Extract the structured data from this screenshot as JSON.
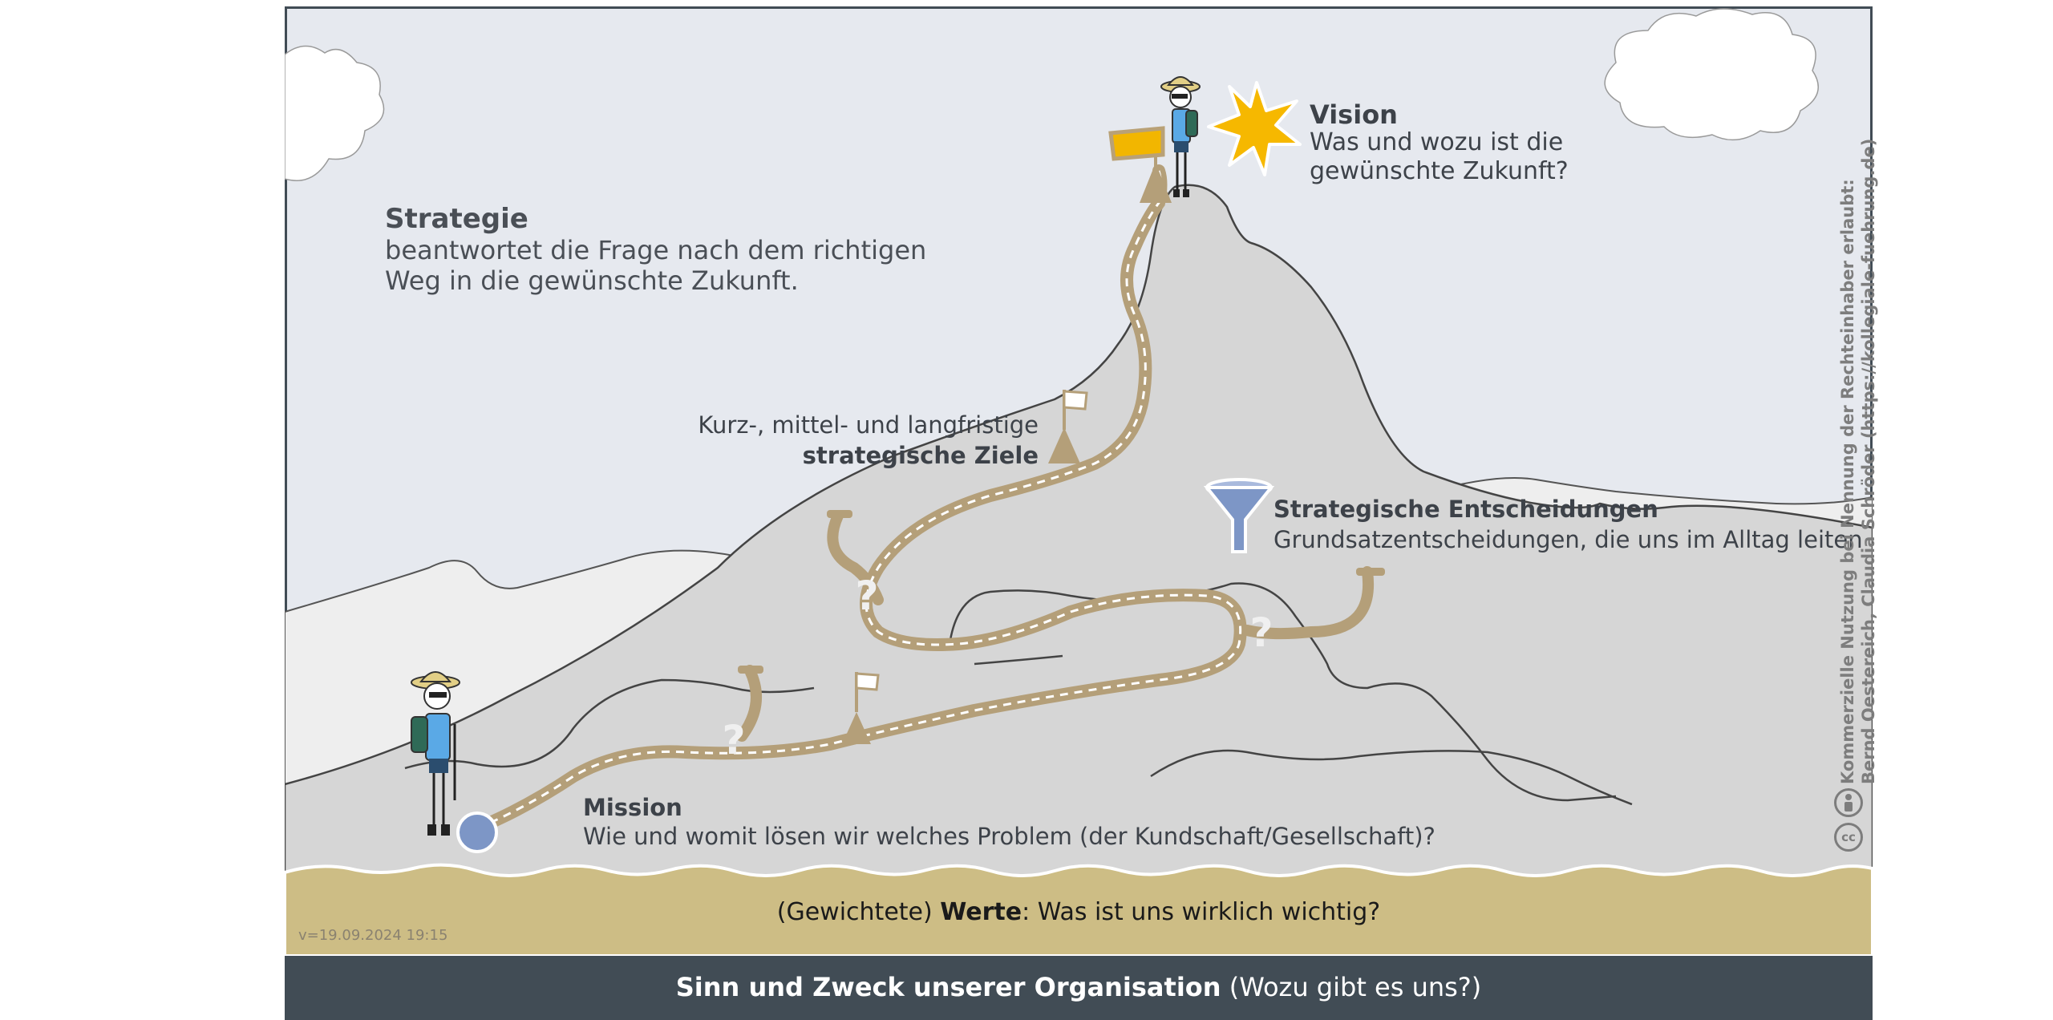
{
  "strategy": {
    "title": "Strategie",
    "line1": "beantwortet die Frage nach dem richtigen",
    "line2": "Weg in die gewünschte Zukunft."
  },
  "vision": {
    "title": "Vision",
    "line1": "Was und wozu ist die",
    "line2": "gewünschte Zukunft?"
  },
  "goals": {
    "line1": "Kurz-, mittel- und langfristige",
    "line2": "strategische Ziele"
  },
  "decisions": {
    "title": "Strategische Entscheidungen",
    "line1": "Grundsatzentscheidungen, die uns im Alltag leiten"
  },
  "mission": {
    "title": "Mission",
    "line1": "Wie und womit lösen wir welches Problem (der Kundschaft/Gesellschaft)?"
  },
  "values": {
    "prefix": "(Gewichtete) ",
    "bold": "Werte",
    "suffix": ": Was ist uns wirklich wichtig?"
  },
  "footer": {
    "bold": "Sinn und Zweck unserer Organisation",
    "suffix": " (Wozu gibt es uns?)"
  },
  "version": "v=19.09.2024 19:15",
  "license": {
    "line1": "Kommerzielle Nutzung bei Nennung der Rechteinhaber erlaubt:",
    "line2": "Bernd Oestereich, Claudia Schröder (https://kollegiale-fuehrung.de)",
    "cc": "cc"
  },
  "question_mark": "?",
  "colors": {
    "sky": "#e6e9ef",
    "mountain": "#d6d6d6",
    "hills": "#eeeeee",
    "path": "#b49f79",
    "ground": "#cdbd85",
    "footer": "#414c55",
    "sun": "#f6b800",
    "funnel": "#7d96c6",
    "start_marker": "#7d96c6",
    "flag_vision": "#f2b600"
  }
}
